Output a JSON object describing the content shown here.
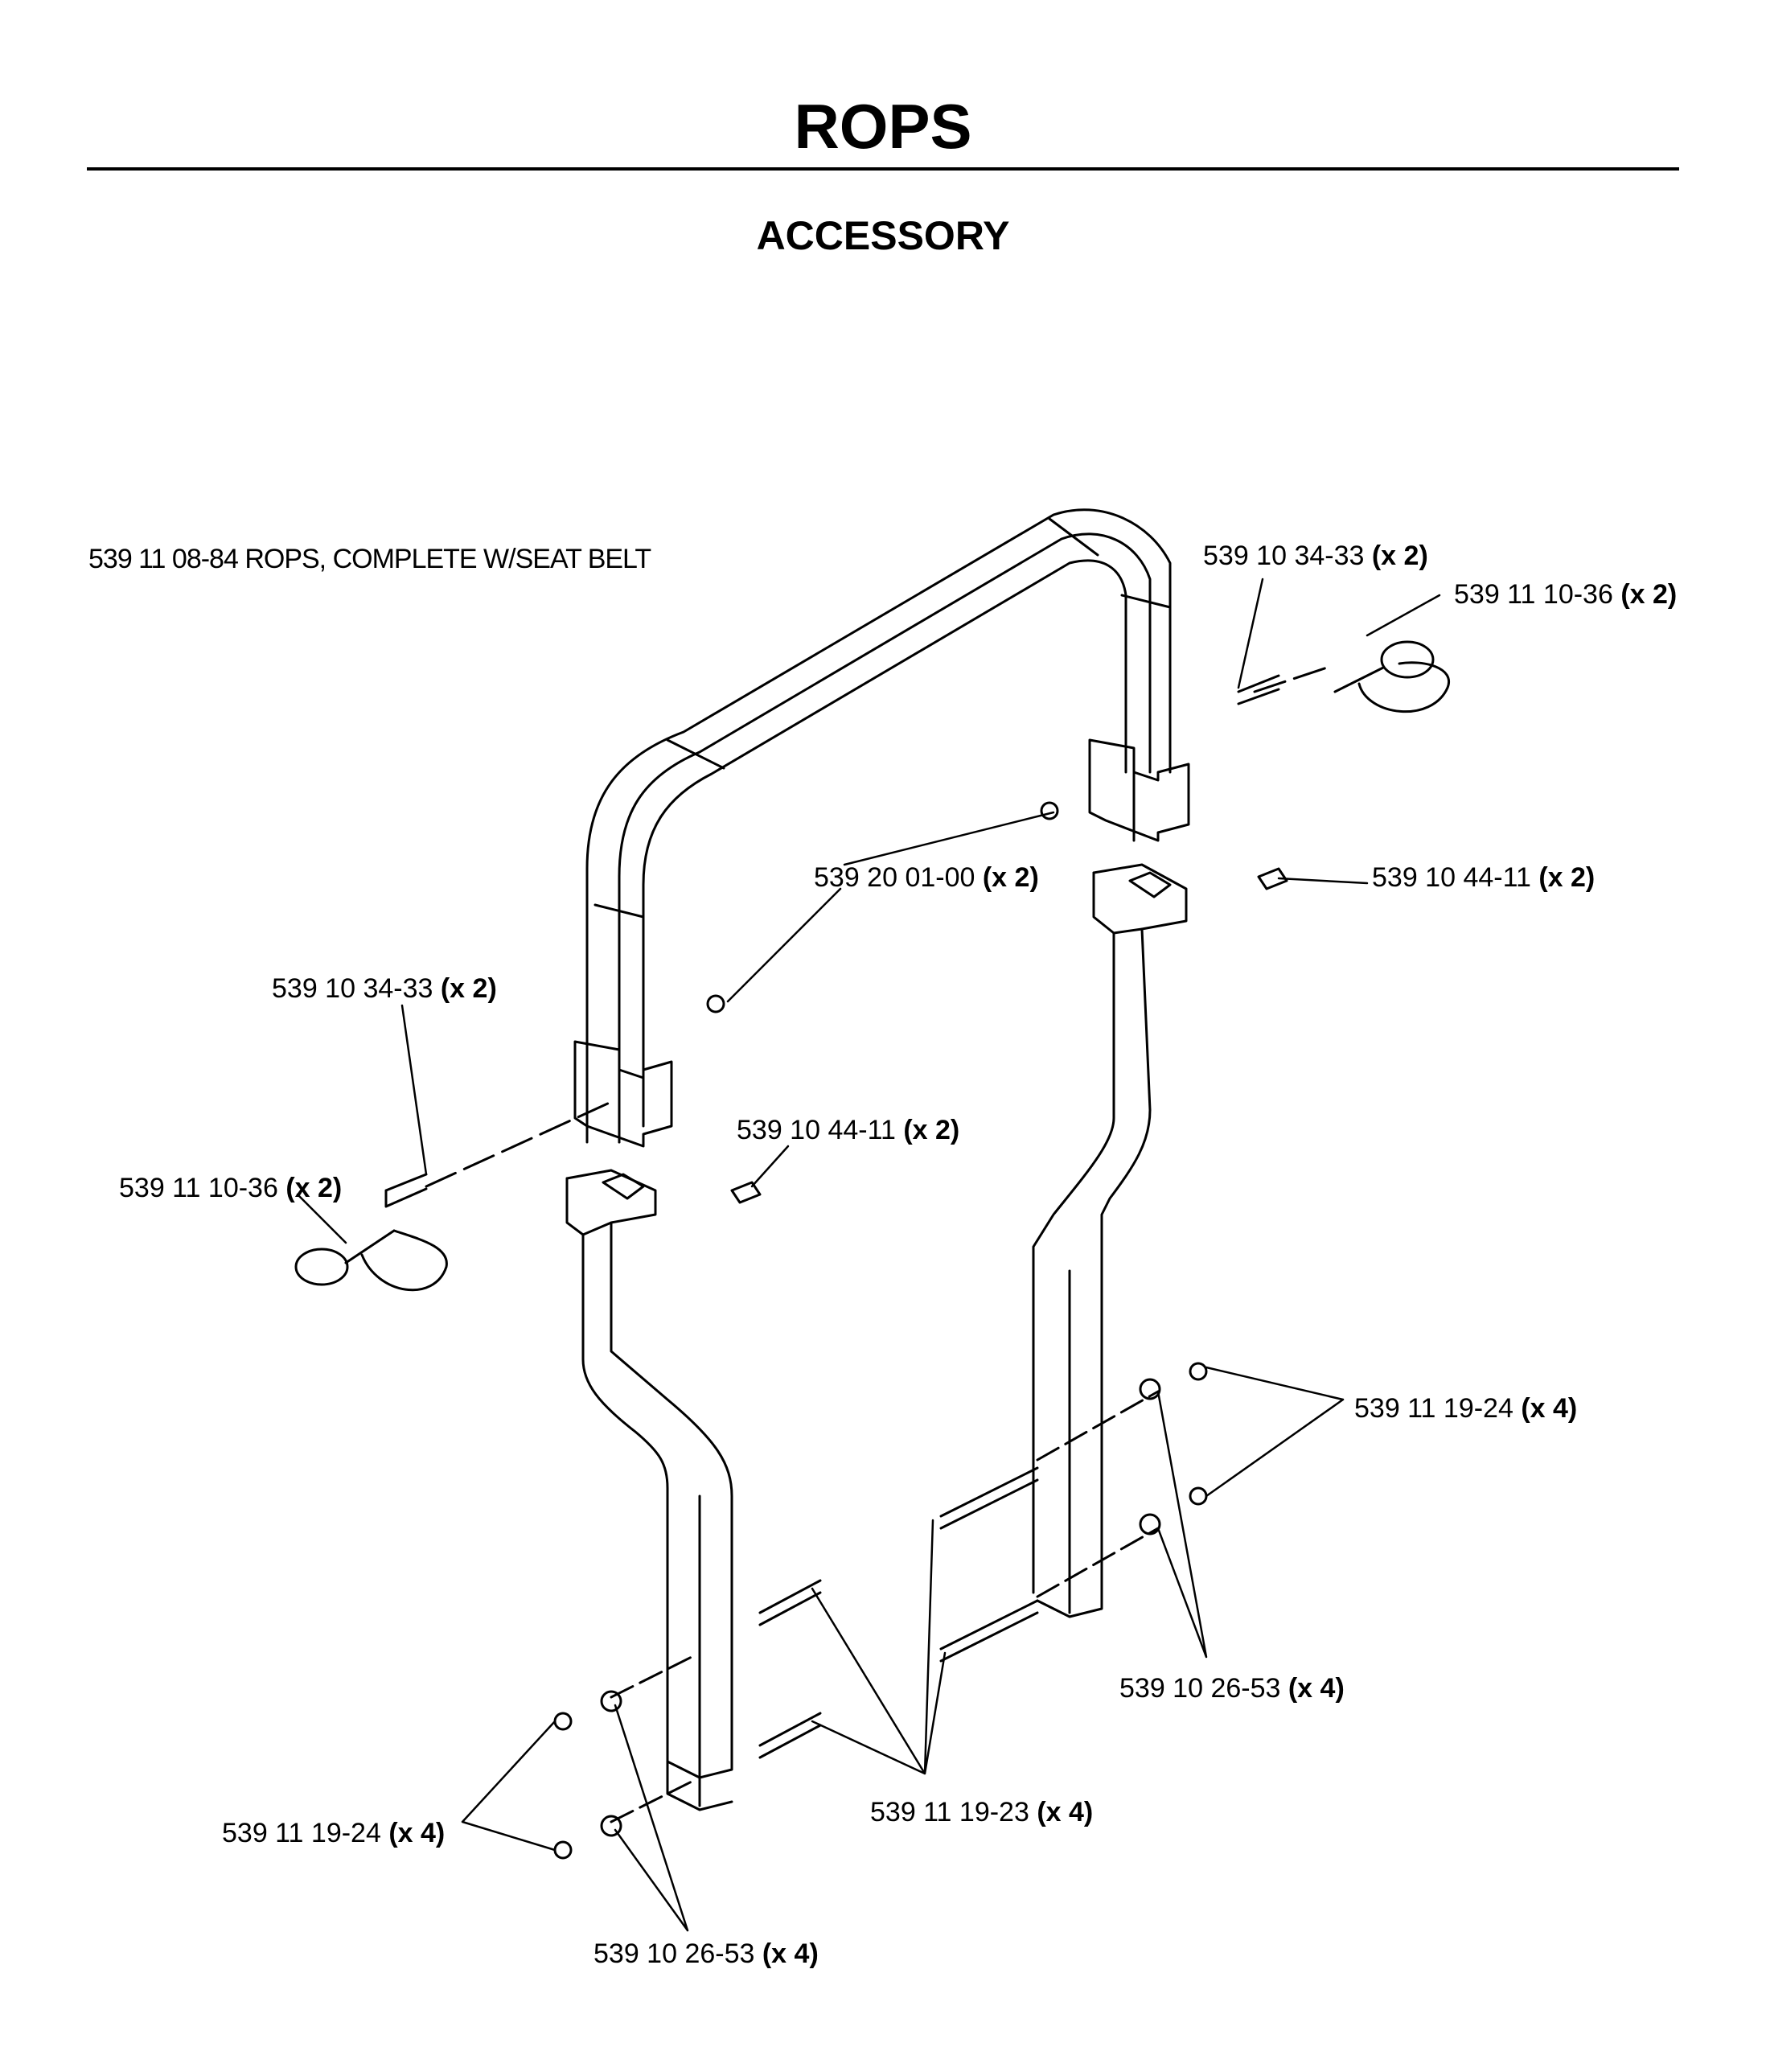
{
  "title": "ROPS",
  "subtitle": "ACCESSORY",
  "assembly": "539 11 08-84 ROPS, COMPLETE W/SEAT BELT",
  "callouts": [
    {
      "part": "539 10 34-33",
      "qty": "(x 2)"
    },
    {
      "part": "539 11 10-36",
      "qty": "(x 2)"
    },
    {
      "part": "539 20 01-00",
      "qty": "(x 2)"
    },
    {
      "part": "539 10 44-11",
      "qty": "(x 2)"
    },
    {
      "part": "539 10 34-33",
      "qty": "(x 2)"
    },
    {
      "part": "539 10 44-11",
      "qty": "(x 2)"
    },
    {
      "part": "539 11 10-36",
      "qty": "(x 2)"
    },
    {
      "part": "539 11 19-24",
      "qty": "(x 4)"
    },
    {
      "part": "539 10 26-53",
      "qty": "(x 4)"
    },
    {
      "part": "539 11 19-23",
      "qty": "(x 4)"
    },
    {
      "part": "539 11 19-24",
      "qty": "(x 4)"
    },
    {
      "part": "539 10 26-53",
      "qty": "(x 4)"
    }
  ]
}
